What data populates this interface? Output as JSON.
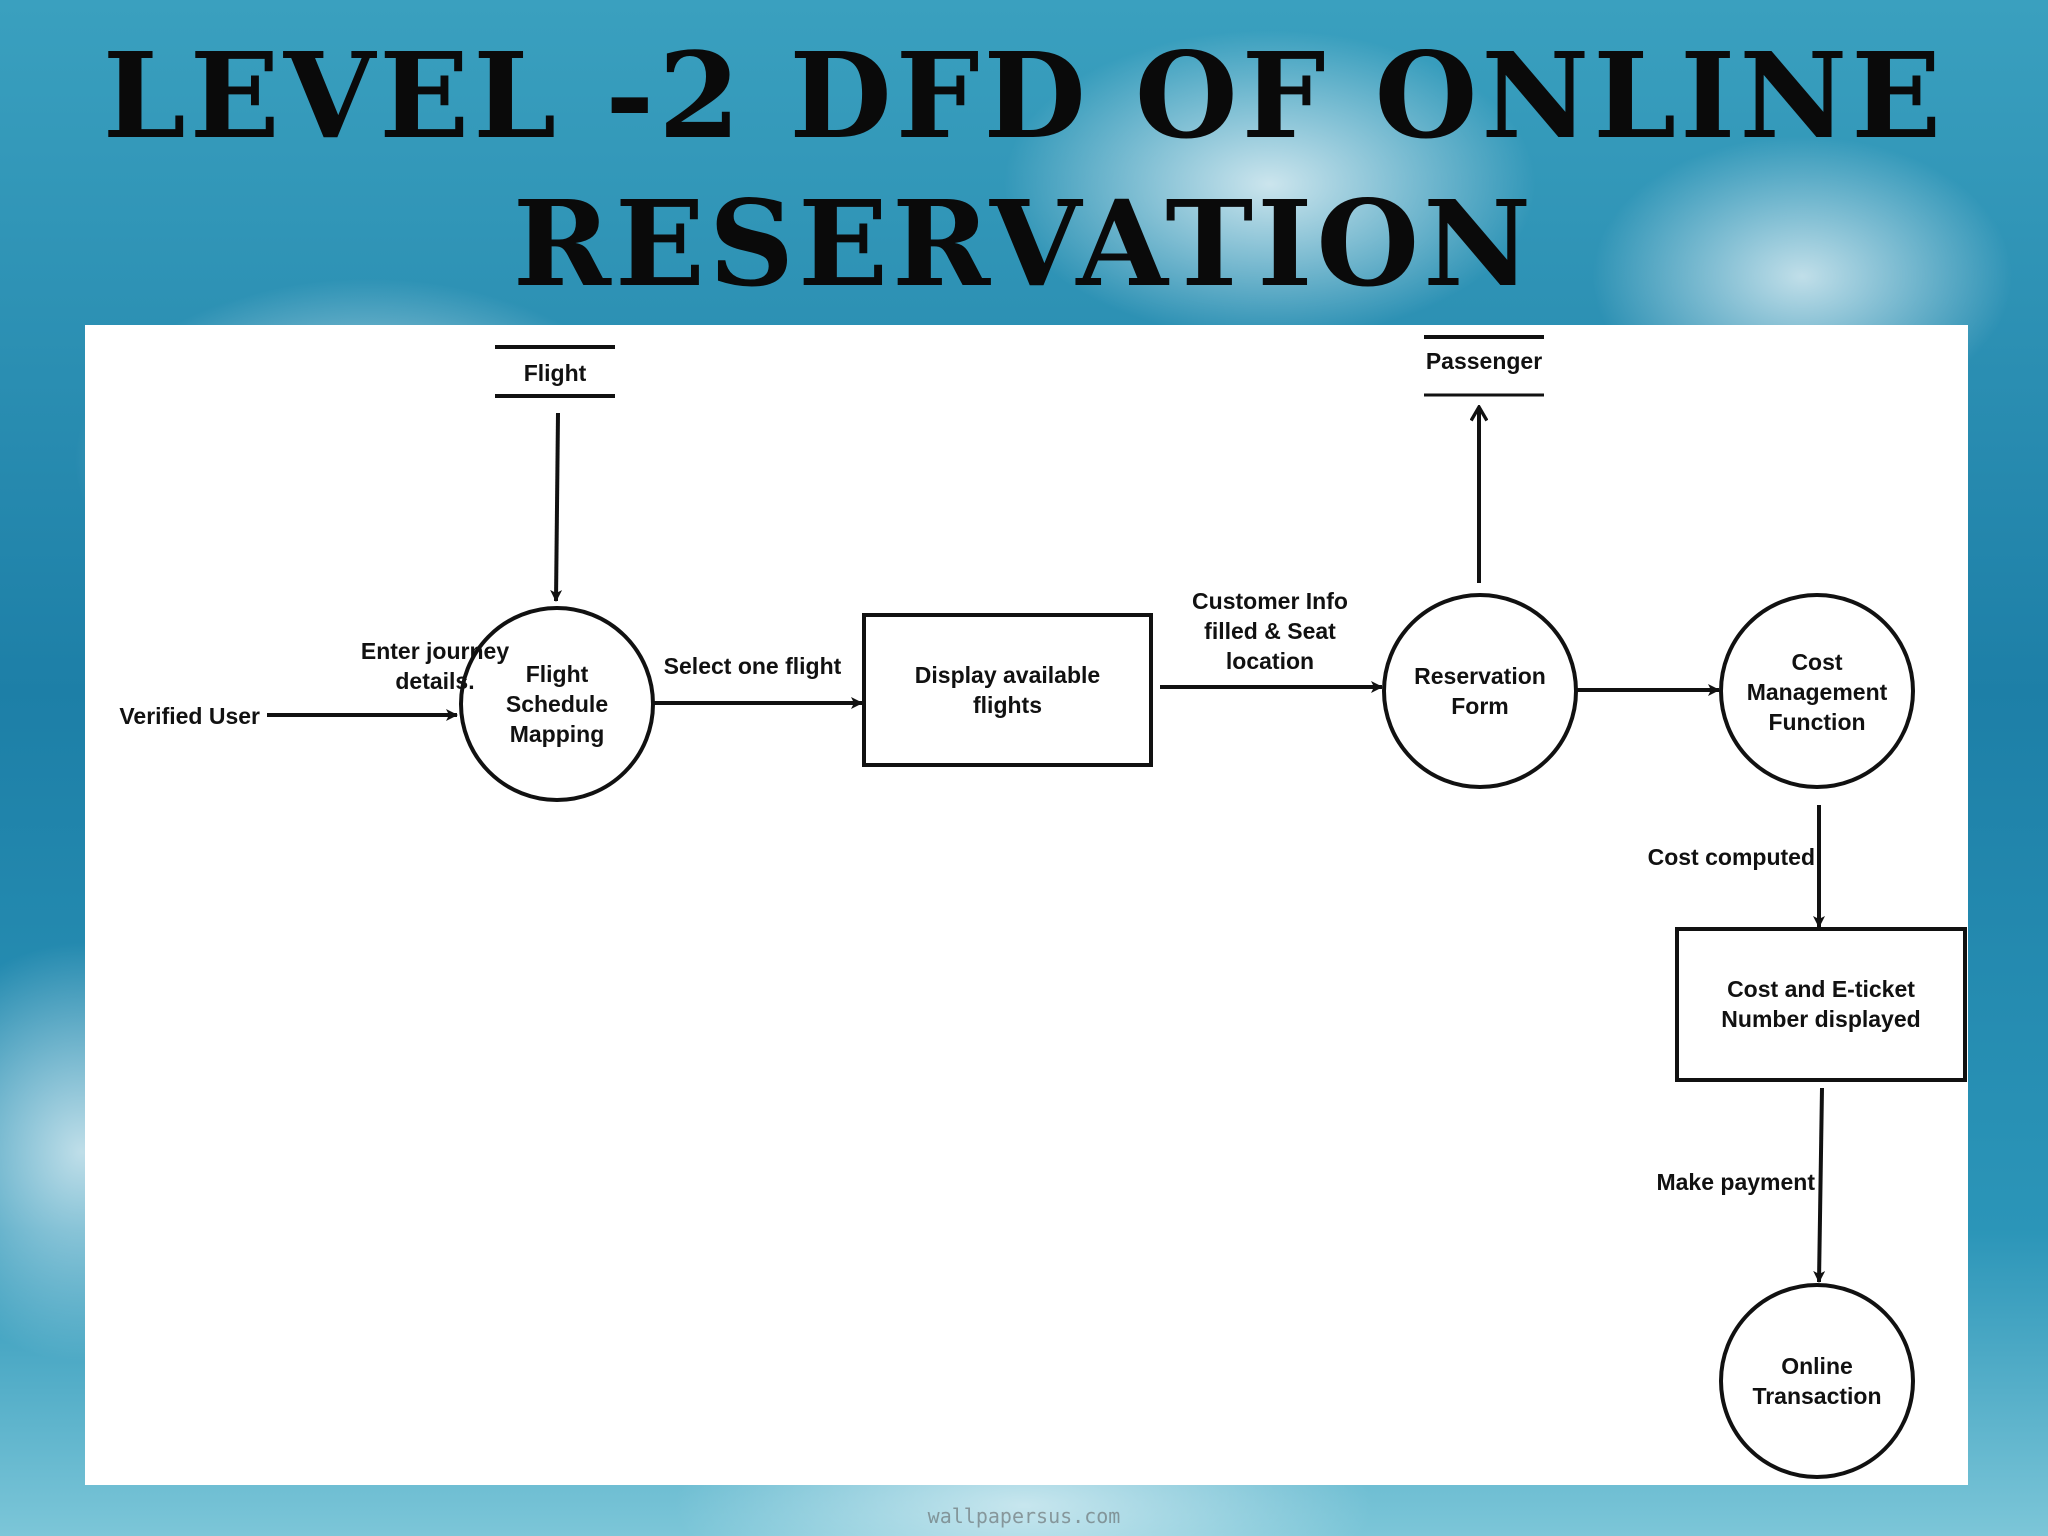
{
  "title": {
    "line1": "LEVEL -2 DFD OF ONLINE",
    "line2": "RESERVATION"
  },
  "diagram": {
    "data_stores": {
      "flight": "Flight",
      "passenger": "Passenger"
    },
    "external_entity": "Verified User",
    "processes": {
      "flight_schedule": "Flight\nSchedule\nMapping",
      "reservation_form": "Reservation\nForm",
      "cost_management": "Cost\nManagement\nFunction",
      "online_transaction": "Online\nTransaction"
    },
    "boxes": {
      "display_flights": "Display available\nflights",
      "cost_eticket": "Cost and E-ticket\nNumber displayed"
    },
    "flows": {
      "enter_journey": "Enter journey\ndetails.",
      "select_flight": "Select one flight",
      "customer_info": "Customer Info\nfilled & Seat\nlocation",
      "cost_computed": "Cost computed",
      "make_payment": "Make payment"
    }
  },
  "watermark": "wallpapersus.com"
}
